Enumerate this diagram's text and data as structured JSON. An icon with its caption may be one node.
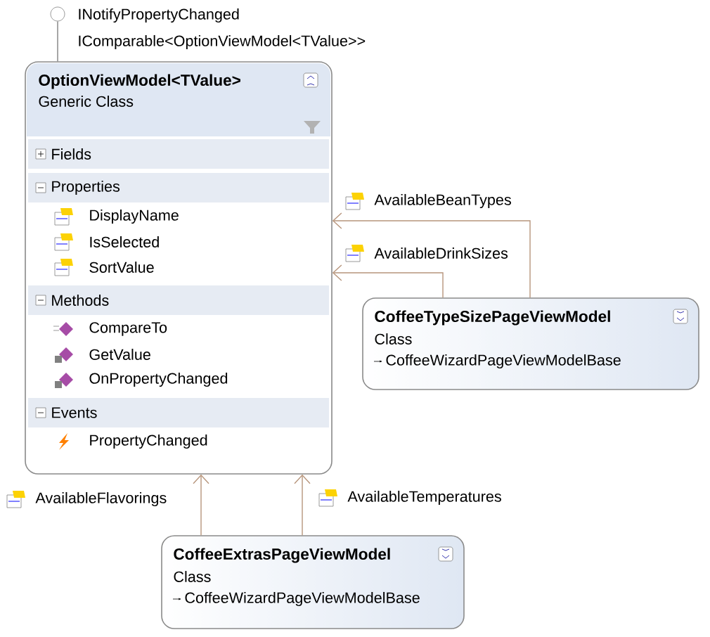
{
  "diagram": {
    "nodes": [
      {
        "text": [
          "OptionViewModel<TValue>",
          "Generic Class"
        ]
      },
      {
        "text": [
          "Fields"
        ],
        "in": 0
      },
      {
        "text": [
          "Properties",
          "DisplayName",
          "IsSelected",
          "SortValue"
        ],
        "in": 0
      },
      {
        "text": [
          "Methods",
          "CompareTo",
          "GetValue",
          "OnPropertyChanged"
        ],
        "in": 0
      },
      {
        "text": [
          "Events",
          "PropertyChanged"
        ],
        "in": 0
      },
      {
        "text": [],
        "shape": "circle",
        "beside": [
          "INotifyPropertyChanged",
          "IComparable<OptionViewModel<TValue>>"
        ]
      },
      {
        "text": [
          "CoffeeTypeSizePageViewModel",
          "Class",
          "CoffeeWizardPageViewModelBase"
        ]
      },
      {
        "text": [
          "CoffeeExtrasPageViewModel",
          "Class",
          "CoffeeWizardPageViewModelBase"
        ]
      }
    ],
    "edges": [
      {
        "from": 0,
        "to": 5,
        "arrow": "none",
        "color": "#808080"
      },
      {
        "from": 6,
        "to": 0,
        "arrow": "to",
        "label": "AvailableBeanTypes"
      },
      {
        "from": 6,
        "to": 0,
        "arrow": "to",
        "label": "AvailableDrinkSizes"
      },
      {
        "from": 7,
        "to": 0,
        "arrow": "to",
        "label": "AvailableFlavorings"
      },
      {
        "from": 7,
        "to": 0,
        "arrow": "to",
        "label": "AvailableTemperatures"
      }
    ]
  }
}
